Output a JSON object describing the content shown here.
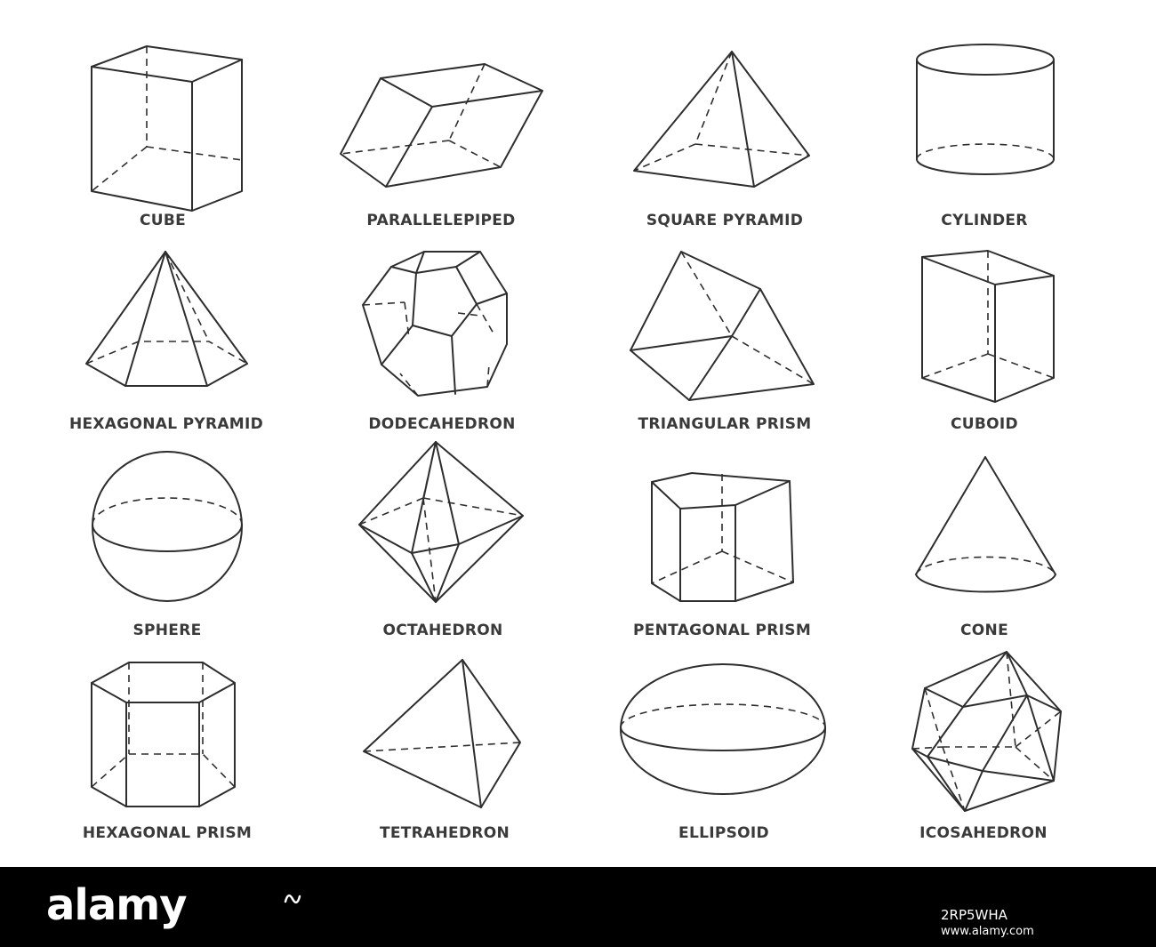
{
  "shapes": [
    {
      "label": "CUBE",
      "icon": "cube-icon"
    },
    {
      "label": "PARALLELEPIPED",
      "icon": "parallelepiped-icon"
    },
    {
      "label": "SQUARE PYRAMID",
      "icon": "square-pyramid-icon"
    },
    {
      "label": "CYLINDER",
      "icon": "cylinder-icon"
    },
    {
      "label": "HEXAGONAL PYRAMID",
      "icon": "hexagonal-pyramid-icon"
    },
    {
      "label": "DODECAHEDRON",
      "icon": "dodecahedron-icon"
    },
    {
      "label": "TRIANGULAR PRISM",
      "icon": "triangular-prism-icon"
    },
    {
      "label": "CUBOID",
      "icon": "cuboid-icon"
    },
    {
      "label": "SPHERE",
      "icon": "sphere-icon"
    },
    {
      "label": "OCTAHEDRON",
      "icon": "octahedron-icon"
    },
    {
      "label": "PENTAGONAL PRISM",
      "icon": "pentagonal-prism-icon"
    },
    {
      "label": "CONE",
      "icon": "cone-icon"
    },
    {
      "label": "HEXAGONAL PRISM",
      "icon": "hexagonal-prism-icon"
    },
    {
      "label": "TETRAHEDRON",
      "icon": "tetrahedron-icon"
    },
    {
      "label": "ELLIPSOID",
      "icon": "ellipsoid-icon"
    },
    {
      "label": "ICOSAHEDRON",
      "icon": "icosahedron-icon"
    }
  ],
  "footer": {
    "logo": "alamy",
    "image_id": "2RP5WHA",
    "site": "www.alamy.com"
  },
  "colors": {
    "stroke": "#2e2e2e",
    "label": "#3a3a3a",
    "background": "#ffffff",
    "footer": "#000000"
  }
}
